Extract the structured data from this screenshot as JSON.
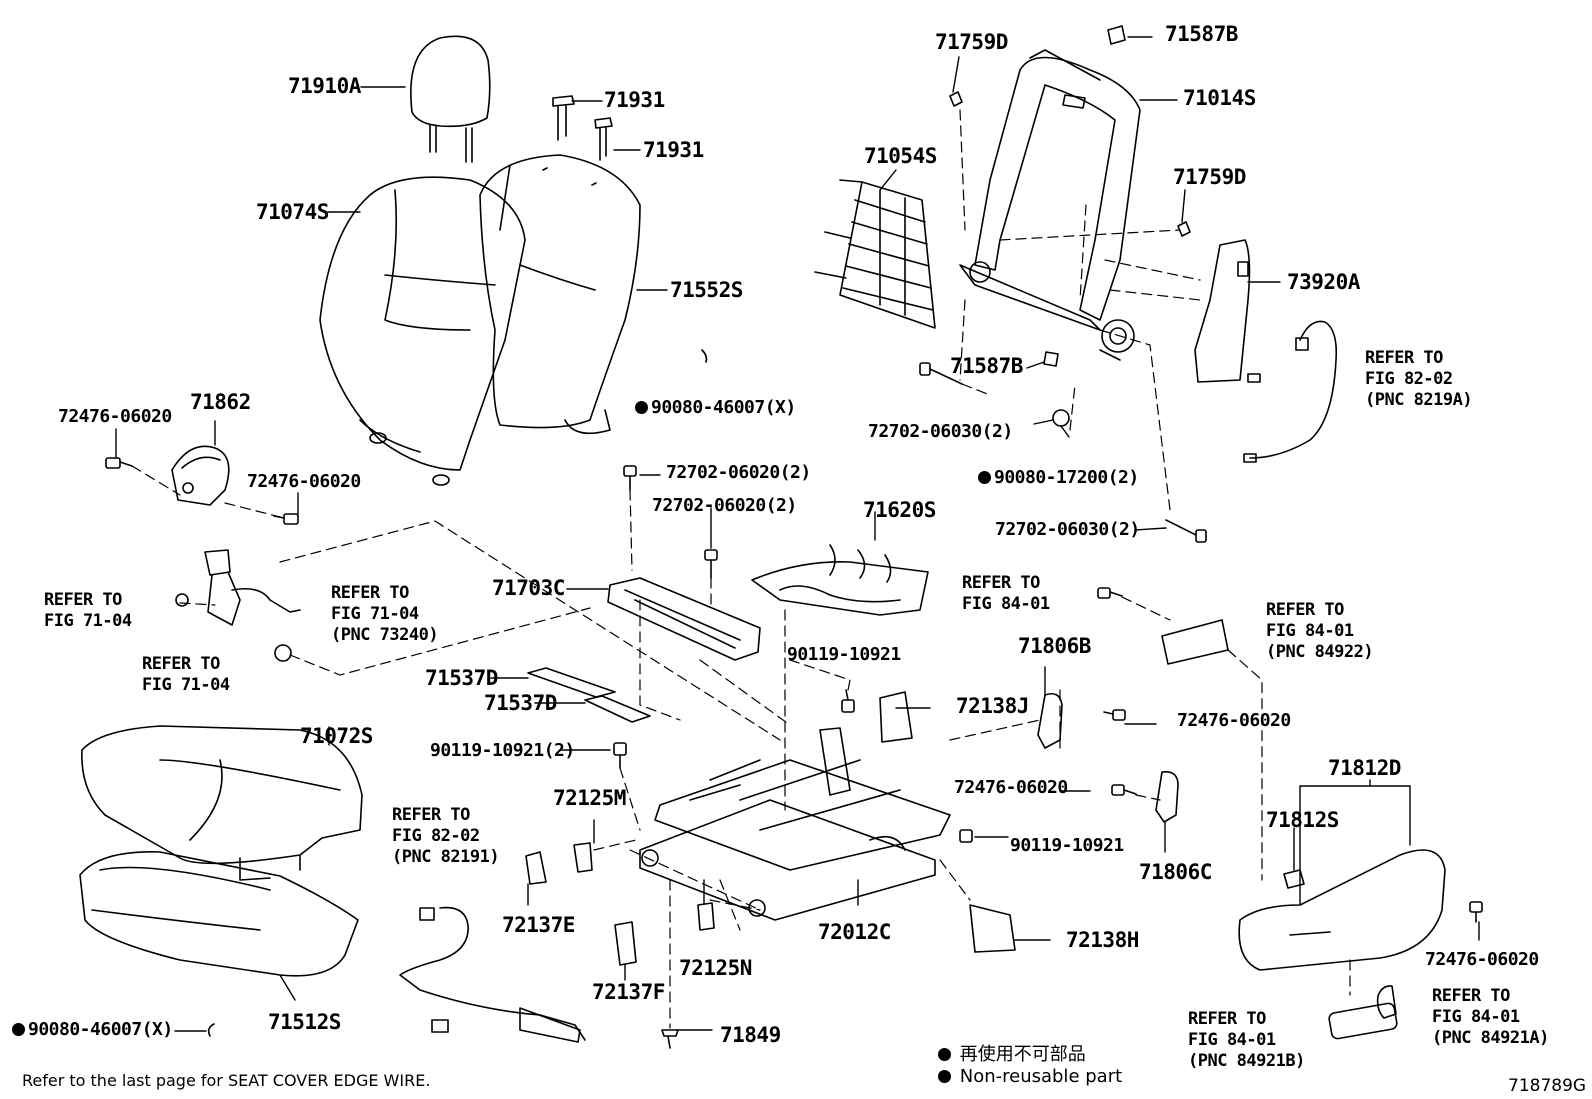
{
  "labels": {
    "p71910A": "71910A",
    "p71931a": "71931",
    "p71931b": "71931",
    "p71074S": "71074S",
    "p71552S": "71552S",
    "p90080_46007_top": "90080-46007(X)",
    "p71862": "71862",
    "p72476_06020_a": "72476-06020",
    "p72476_06020_b": "72476-06020",
    "p72476_06020_c": "72476-06020",
    "p72476_06020_d": "72476-06020",
    "p72476_06020_e": "72476-06020",
    "p71759D_a": "71759D",
    "p71759D_b": "71759D",
    "p71587B_a": "71587B",
    "p71587B_b": "71587B",
    "p71014S": "71014S",
    "p71054S": "71054S",
    "p73920A": "73920A",
    "p72702_06030_a": "72702-06030(2)",
    "p72702_06030_b": "72702-06030(2)",
    "p90080_17200": "90080-17200(2)",
    "p72702_06020_a": "72702-06020(2)",
    "p72702_06020_b": "72702-06020(2)",
    "p71620S": "71620S",
    "p71703C": "71703C",
    "p71537D_a": "71537D",
    "p71537D_b": "71537D",
    "p90119_10921_a": "90119-10921",
    "p90119_10921_b": "90119-10921(2)",
    "p90119_10921_c": "90119-10921",
    "p72138J": "72138J",
    "p71806B": "71806B",
    "p71806C": "71806C",
    "p71072S": "71072S",
    "p72125M": "72125M",
    "p72125N": "72125N",
    "p72137E": "72137E",
    "p72137F": "72137F",
    "p72012C": "72012C",
    "p72138H": "72138H",
    "p71812D": "71812D",
    "p71812S": "71812S",
    "p71512S": "71512S",
    "p90080_46007_bot": "90080-46007(X)",
    "p71849": "71849"
  },
  "refs": {
    "r_fig82_02_top": [
      "REFER TO",
      "FIG 82-02",
      "(PNC 8219A)"
    ],
    "r_fig71_04_a": [
      "REFER TO",
      "FIG 71-04"
    ],
    "r_fig71_04_b": [
      "REFER TO",
      "FIG 71-04",
      "(PNC 73240)"
    ],
    "r_fig71_04_c": [
      "REFER TO",
      "FIG 71-04"
    ],
    "r_fig84_01_a": [
      "REFER TO",
      "FIG 84-01"
    ],
    "r_fig84_01_b": [
      "REFER TO",
      "FIG 84-01",
      "(PNC 84922)"
    ],
    "r_fig82_02_bot": [
      "REFER TO",
      "FIG 82-02",
      "(PNC 82191)"
    ],
    "r_fig84_01_c": [
      "REFER TO",
      "FIG 84-01",
      "(PNC 84921B)"
    ],
    "r_fig84_01_d": [
      "REFER TO",
      "FIG 84-01",
      "(PNC 84921A)"
    ]
  },
  "legend": {
    "jp": "再使用不可部品",
    "en": "Non-reusable part"
  },
  "footer": {
    "note": "Refer to the last page for SEAT COVER EDGE WIRE.",
    "code": "718789G"
  },
  "colors": {
    "ink": "#000000",
    "paper": "#ffffff"
  }
}
